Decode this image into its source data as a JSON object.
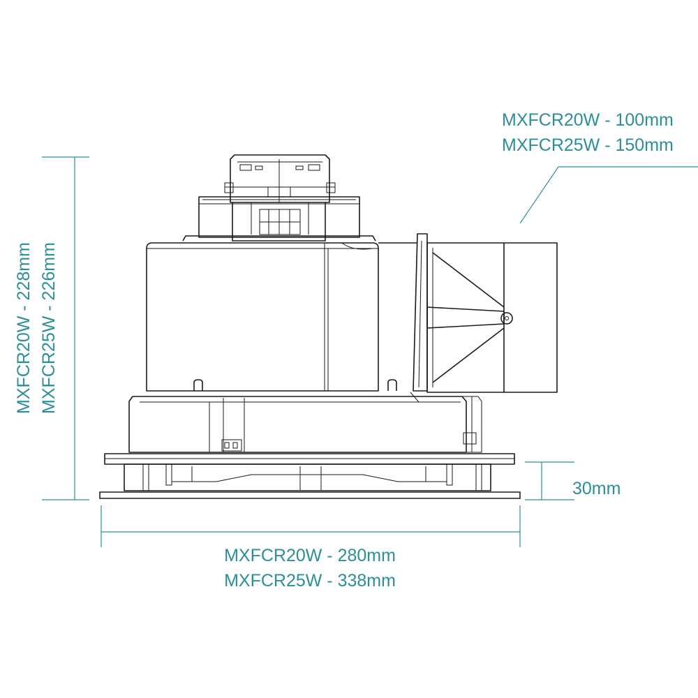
{
  "colors": {
    "dimension": "#2a8f98",
    "outline": "#1a1a1a"
  },
  "dimensions": {
    "duct_line1": "MXFCR20W - 100mm",
    "duct_line2": "MXFCR25W - 150mm",
    "height_line1": "MXFCR20W - 228mm",
    "height_line2": "MXFCR25W - 226mm",
    "width_line1": "MXFCR20W - 280mm",
    "width_line2": "MXFCR25W - 338mm",
    "grille_depth": "30mm"
  }
}
